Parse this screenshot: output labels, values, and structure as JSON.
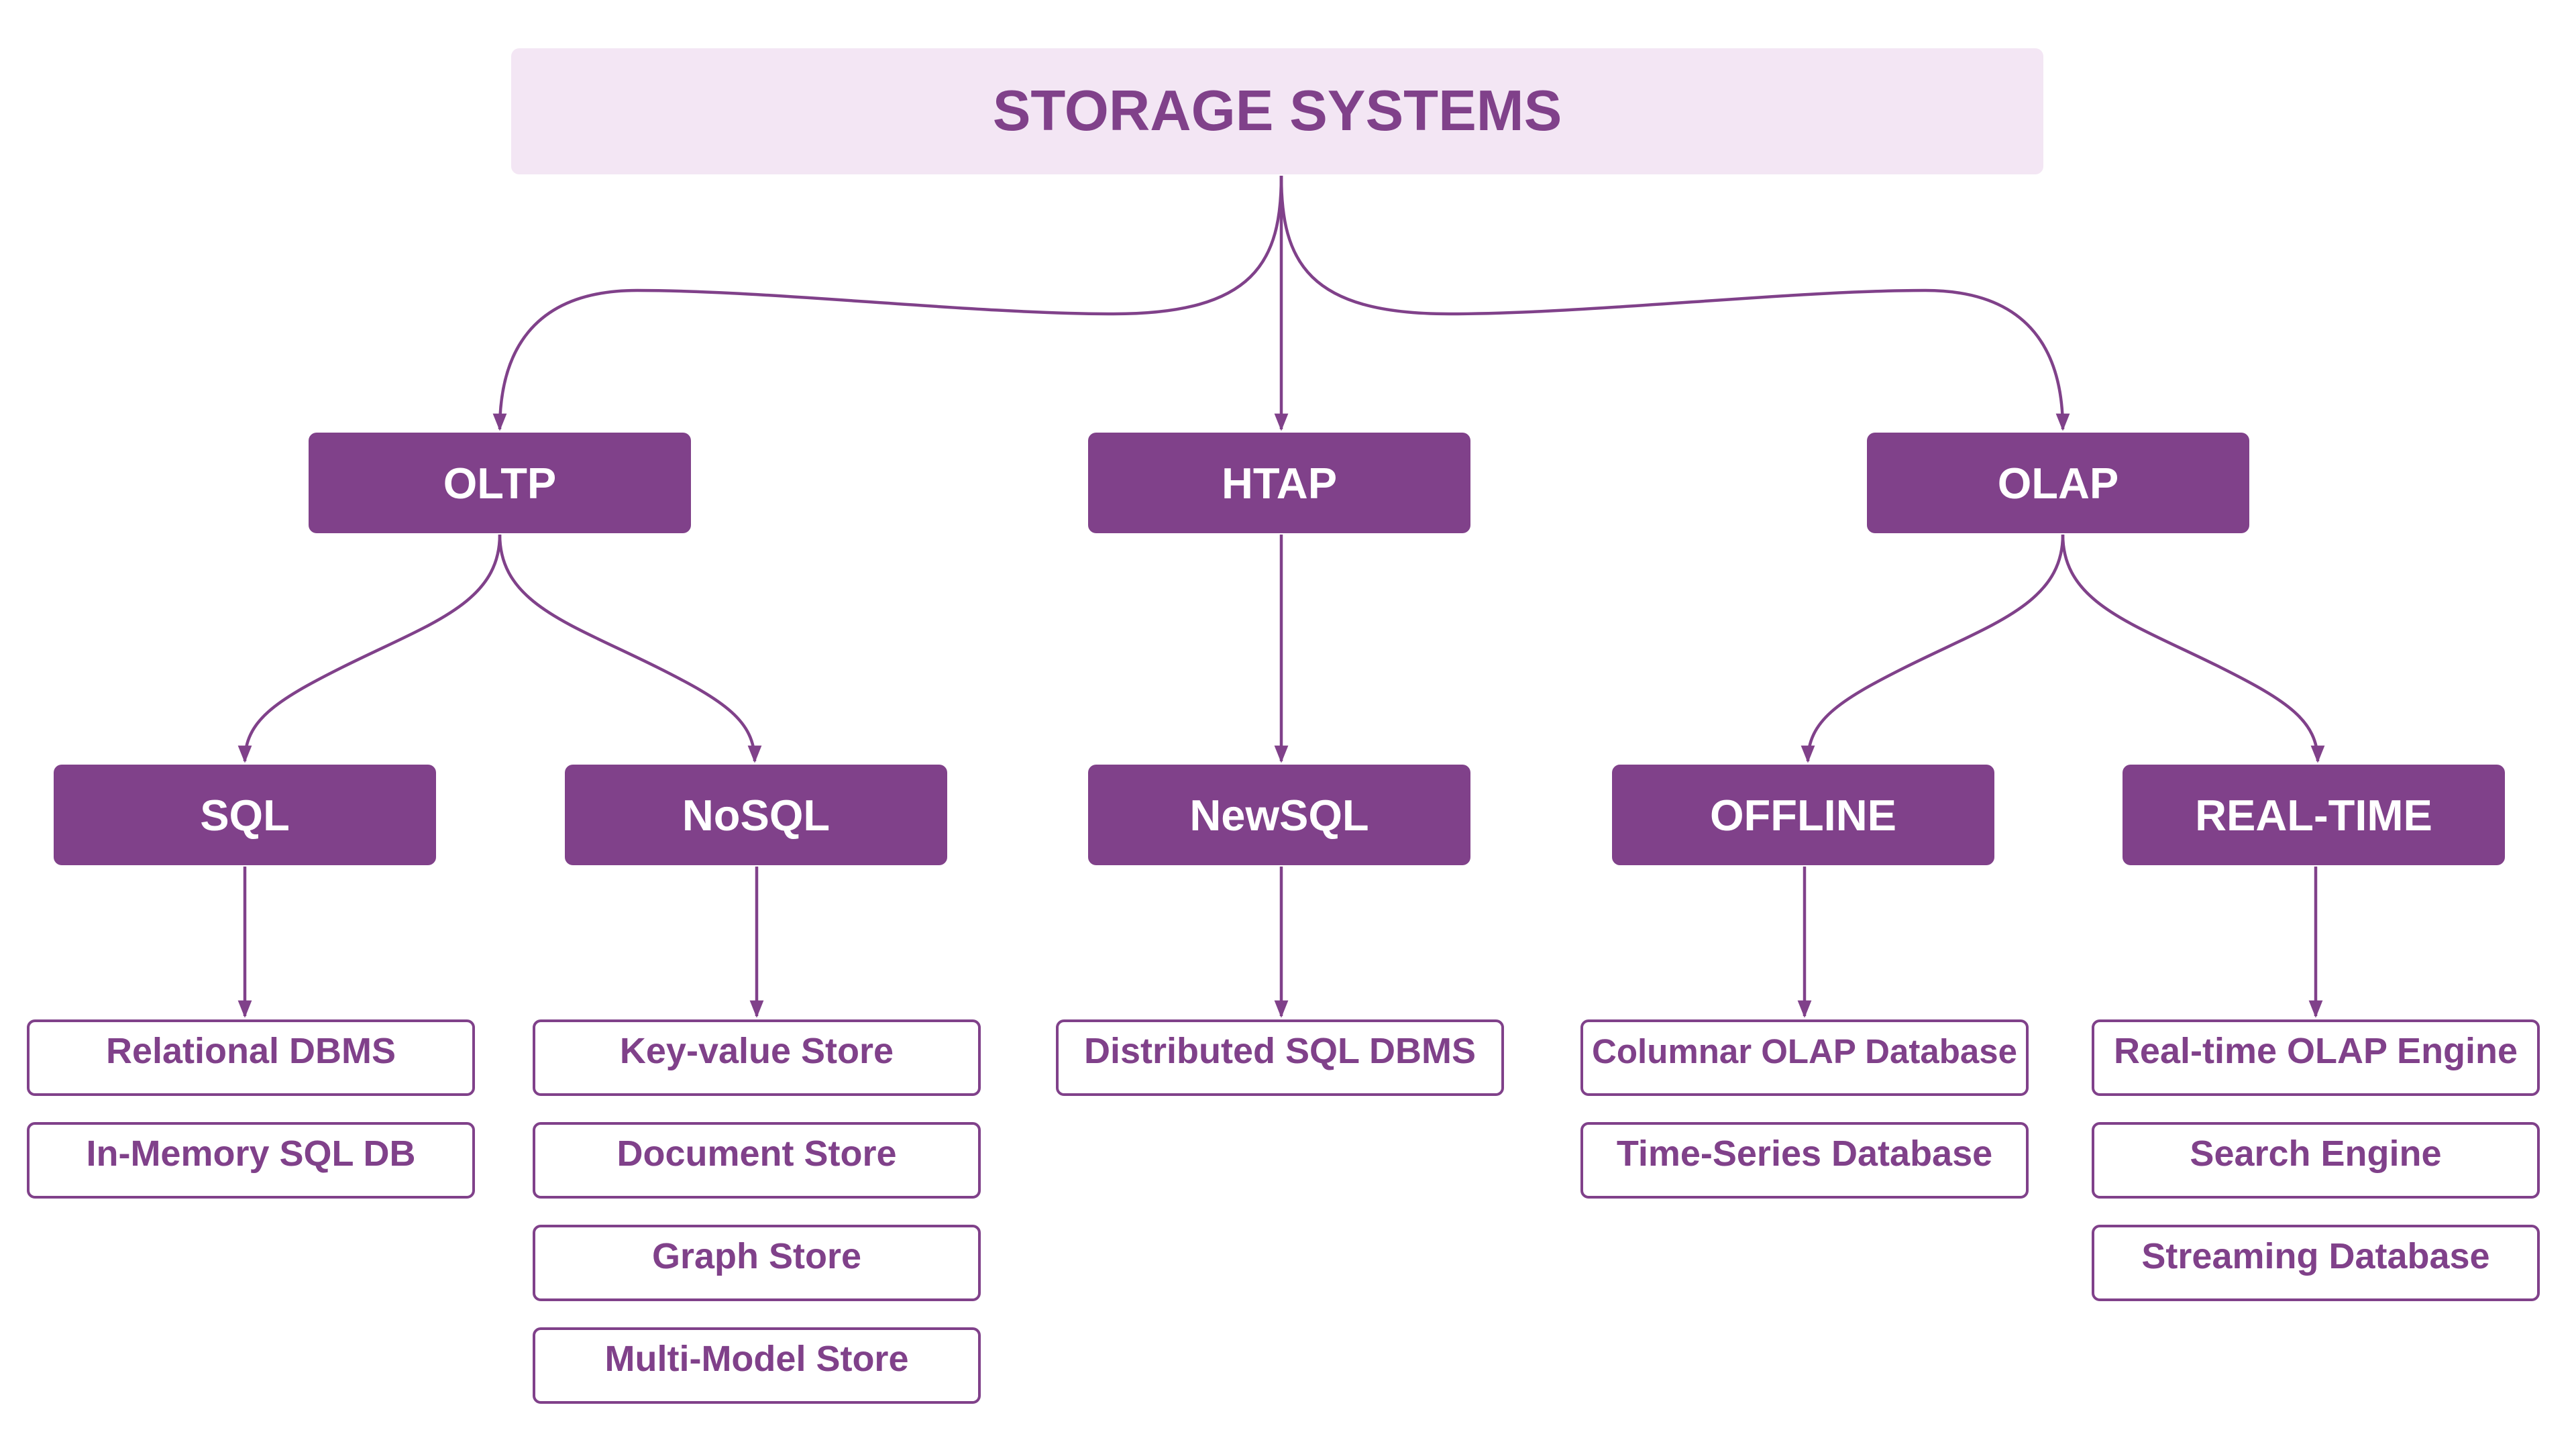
{
  "diagram": {
    "title": "STORAGE SYSTEMS",
    "categories": [
      {
        "label": "OLTP"
      },
      {
        "label": "HTAP"
      },
      {
        "label": "OLAP"
      }
    ],
    "subcategories": [
      {
        "label": "SQL",
        "items": [
          "Relational DBMS",
          "In-Memory SQL DB"
        ]
      },
      {
        "label": "NoSQL",
        "items": [
          "Key-value Store",
          "Document Store",
          "Graph Store",
          "Multi-Model Store"
        ]
      },
      {
        "label": "NewSQL",
        "items": [
          "Distributed SQL DBMS"
        ]
      },
      {
        "label": "OFFLINE",
        "items": [
          "Columnar OLAP Database",
          "Time-Series Database"
        ]
      },
      {
        "label": "REAL-TIME",
        "items": [
          "Real-time OLAP Engine",
          "Search Engine",
          "Streaming Database"
        ]
      }
    ]
  },
  "colors": {
    "primary": "#80418a",
    "root_fill": "#f3e6f4",
    "leaf_fill": "#ffffff",
    "mid_text": "#ffffff"
  }
}
